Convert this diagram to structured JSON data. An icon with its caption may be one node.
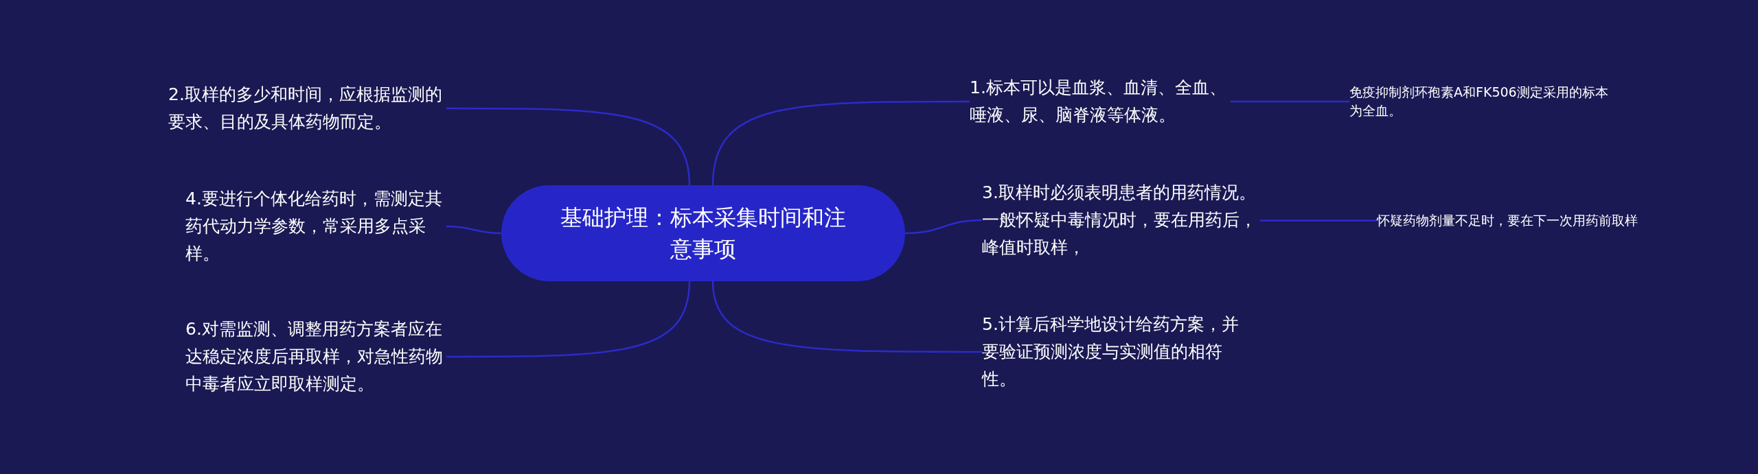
{
  "diagram": {
    "nodes": [
      {
        "text": [
          "基础护理：标本采集时间和注意事项"
        ]
      },
      {
        "text": [
          "2.取样的多少和时间，应根据监测的要求、目的及具体药物而定。"
        ]
      },
      {
        "text": [
          "1.标本可以是血浆、血清、全血、唾液、尿、脑脊液等体液。"
        ]
      },
      {
        "text": [
          "免疫抑制剂环孢素A和FK506测定采用的标本为全血。"
        ]
      },
      {
        "text": [
          "4.要进行个体化给药时，需测定其药代动力学参数，常采用多点采样。"
        ]
      },
      {
        "text": [
          "3.取样时必须表明患者的用药情况。一般怀疑中毒情况时，要在用药后，峰值时取样，"
        ]
      },
      {
        "text": [
          "怀疑药物剂量不足时，要在下一次用药前取样"
        ]
      },
      {
        "text": [
          "6.对需监测、调整用药方案者应在达稳定浓度后再取样，对急性药物中毒者应立即取样测定。"
        ]
      },
      {
        "text": [
          "5.计算后科学地设计给药方案，并要验证预测浓度与实测值的相符性。"
        ]
      }
    ],
    "edges": [
      {
        "from": 0,
        "to": 1,
        "arrow": "none"
      },
      {
        "from": 0,
        "to": 2,
        "arrow": "none"
      },
      {
        "from": 2,
        "to": 3,
        "arrow": "none"
      },
      {
        "from": 0,
        "to": 4,
        "arrow": "none"
      },
      {
        "from": 0,
        "to": 5,
        "arrow": "none"
      },
      {
        "from": 5,
        "to": 6,
        "arrow": "none"
      },
      {
        "from": 0,
        "to": 7,
        "arrow": "none"
      },
      {
        "from": 0,
        "to": 8,
        "arrow": "none"
      }
    ]
  }
}
